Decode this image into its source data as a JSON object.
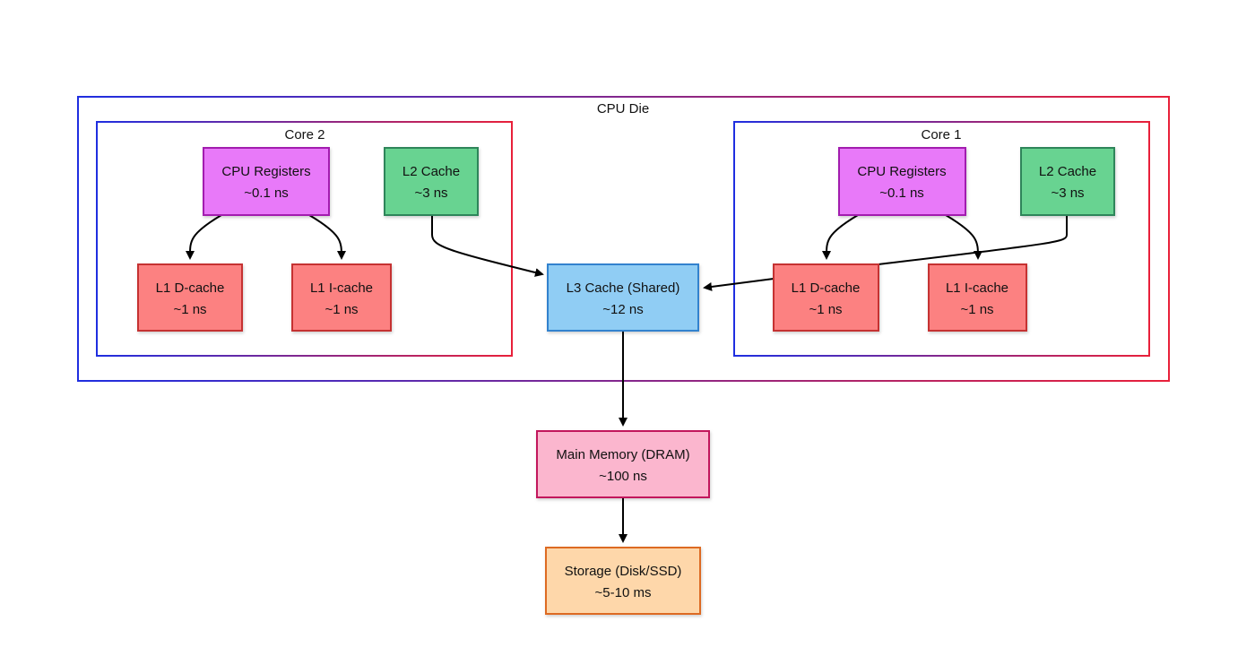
{
  "cpu_die": {
    "label": "CPU Die"
  },
  "core2": {
    "label": "Core 2",
    "registers": {
      "name": "CPU Registers",
      "latency": "~0.1 ns"
    },
    "l2": {
      "name": "L2 Cache",
      "latency": "~3 ns"
    },
    "l1d": {
      "name": "L1 D-cache",
      "latency": "~1 ns"
    },
    "l1i": {
      "name": "L1 I-cache",
      "latency": "~1 ns"
    }
  },
  "core1": {
    "label": "Core 1",
    "registers": {
      "name": "CPU Registers",
      "latency": "~0.1 ns"
    },
    "l2": {
      "name": "L2 Cache",
      "latency": "~3 ns"
    },
    "l1d": {
      "name": "L1 D-cache",
      "latency": "~1 ns"
    },
    "l1i": {
      "name": "L1 I-cache",
      "latency": "~1 ns"
    }
  },
  "l3": {
    "name": "L3 Cache (Shared)",
    "latency": "~12 ns"
  },
  "memory": {
    "name": "Main Memory (DRAM)",
    "latency": "~100 ns"
  },
  "storage": {
    "name": "Storage (Disk/SSD)",
    "latency": "~5-10 ms"
  },
  "colors": {
    "registers_fill": "#e879f9",
    "registers_stroke": "#a21caf",
    "l2_fill": "#68d391",
    "l2_stroke": "#2f855a",
    "l1_fill": "#fc8181",
    "l1_stroke": "#c53030",
    "l3_fill": "#90cdf4",
    "l3_stroke": "#3182ce",
    "memory_fill": "#fbb6ce",
    "memory_stroke": "#c2185b",
    "storage_fill": "#fed7aa",
    "storage_stroke": "#dd6b20",
    "border_start": "#1f2ee0",
    "border_end": "#e8203a"
  }
}
